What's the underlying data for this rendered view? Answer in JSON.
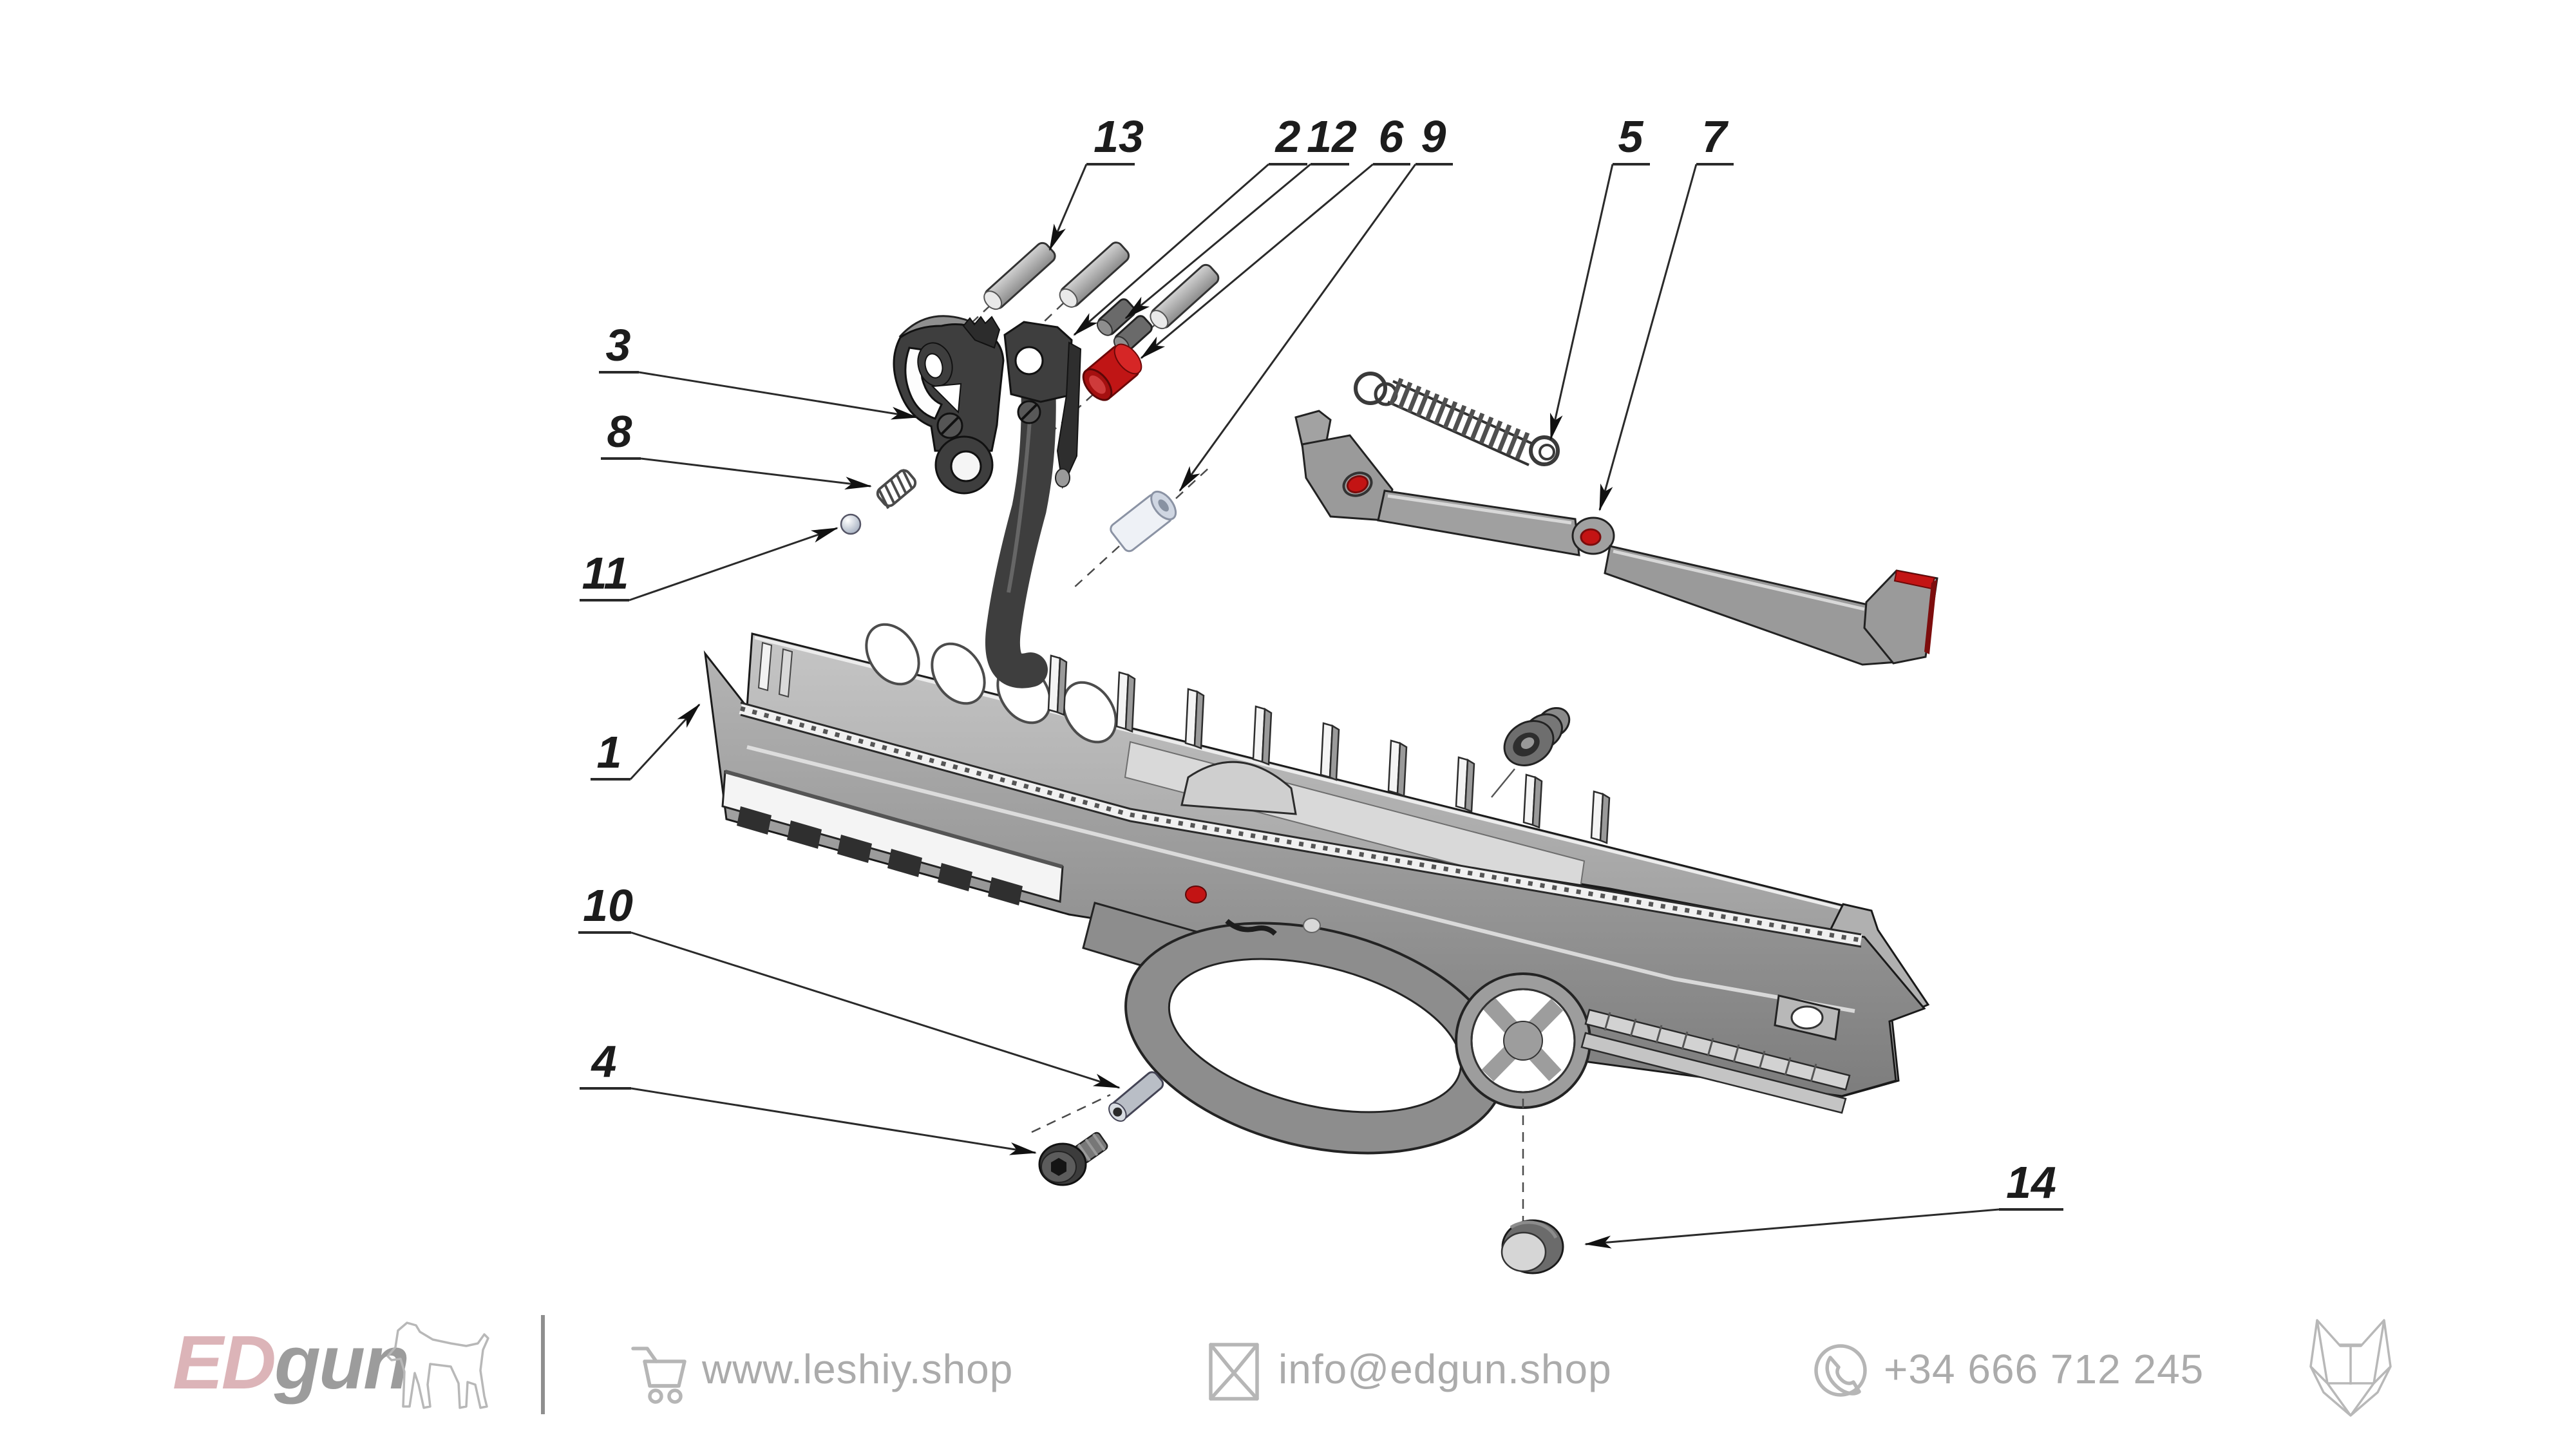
{
  "diagram": {
    "callouts": [
      {
        "number": "13"
      },
      {
        "number": "2"
      },
      {
        "number": "12"
      },
      {
        "number": "6"
      },
      {
        "number": "9"
      },
      {
        "number": "5"
      },
      {
        "number": "7"
      },
      {
        "number": "3"
      },
      {
        "number": "8"
      },
      {
        "number": "11"
      },
      {
        "number": "1"
      },
      {
        "number": "10"
      },
      {
        "number": "4"
      },
      {
        "number": "14"
      }
    ],
    "colors": {
      "accent_red": "#c31414",
      "part_gray": "#9a9a9a",
      "dark_part": "#3e3e3e",
      "line": "#1c1c1c",
      "rail_white": "#f2f2f2"
    }
  },
  "footer": {
    "logo": {
      "ed": "ED",
      "gun": "gun"
    },
    "website": "www.leshiy.shop",
    "email": "info@edgun.shop",
    "phone": "+34 666 712 245",
    "colors": {
      "text": "#ababab",
      "logo_pink": "#dcb4b8",
      "logo_gray": "#9c9c9c"
    }
  }
}
